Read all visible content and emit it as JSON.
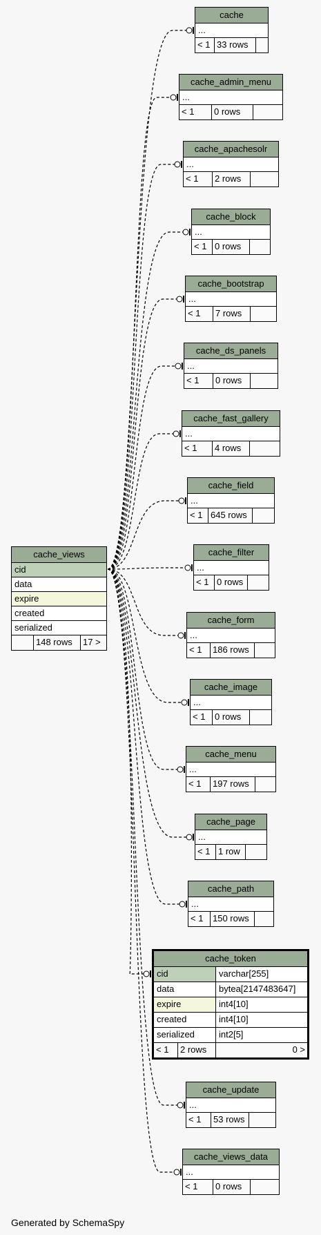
{
  "footer": "Generated by SchemaSpy",
  "center": {
    "name": "cache_views",
    "columns": [
      {
        "name": "cid",
        "style": "pk"
      },
      {
        "name": "data",
        "style": ""
      },
      {
        "name": "expire",
        "style": "idx"
      },
      {
        "name": "created",
        "style": ""
      },
      {
        "name": "serialized",
        "style": ""
      }
    ],
    "rows": "148 rows",
    "children": "17 >"
  },
  "related": [
    {
      "name": "cache",
      "ellipsis": "...",
      "parents": "< 1",
      "rows": "33 rows"
    },
    {
      "name": "cache_admin_menu",
      "ellipsis": "...",
      "parents": "< 1",
      "rows": "0 rows"
    },
    {
      "name": "cache_apachesolr",
      "ellipsis": "...",
      "parents": "< 1",
      "rows": "2 rows"
    },
    {
      "name": "cache_block",
      "ellipsis": "...",
      "parents": "< 1",
      "rows": "0 rows"
    },
    {
      "name": "cache_bootstrap",
      "ellipsis": "...",
      "parents": "< 1",
      "rows": "7 rows"
    },
    {
      "name": "cache_ds_panels",
      "ellipsis": "...",
      "parents": "< 1",
      "rows": "0 rows"
    },
    {
      "name": "cache_fast_gallery",
      "ellipsis": "...",
      "parents": "< 1",
      "rows": "4 rows"
    },
    {
      "name": "cache_field",
      "ellipsis": "...",
      "parents": "< 1",
      "rows": "645 rows"
    },
    {
      "name": "cache_filter",
      "ellipsis": "...",
      "parents": "< 1",
      "rows": "0 rows"
    },
    {
      "name": "cache_form",
      "ellipsis": "...",
      "parents": "< 1",
      "rows": "186 rows"
    },
    {
      "name": "cache_image",
      "ellipsis": "...",
      "parents": "< 1",
      "rows": "0 rows"
    },
    {
      "name": "cache_menu",
      "ellipsis": "...",
      "parents": "< 1",
      "rows": "197 rows"
    },
    {
      "name": "cache_page",
      "ellipsis": "...",
      "parents": "< 1",
      "rows": "1 row"
    },
    {
      "name": "cache_path",
      "ellipsis": "...",
      "parents": "< 1",
      "rows": "150 rows"
    }
  ],
  "token": {
    "name": "cache_token",
    "columns": [
      {
        "name": "cid",
        "type": "varchar[255]",
        "style": "pk"
      },
      {
        "name": "data",
        "type": "bytea[2147483647]",
        "style": ""
      },
      {
        "name": "expire",
        "type": "int4[10]",
        "style": "idx"
      },
      {
        "name": "created",
        "type": "int4[10]",
        "style": ""
      },
      {
        "name": "serialized",
        "type": "int2[5]",
        "style": ""
      }
    ],
    "parents": "< 1",
    "rows": "2 rows",
    "children": "0 >"
  },
  "related_bottom": [
    {
      "name": "cache_update",
      "ellipsis": "...",
      "parents": "< 1",
      "rows": "53 rows"
    },
    {
      "name": "cache_views_data",
      "ellipsis": "...",
      "parents": "< 1",
      "rows": "0 rows"
    }
  ]
}
